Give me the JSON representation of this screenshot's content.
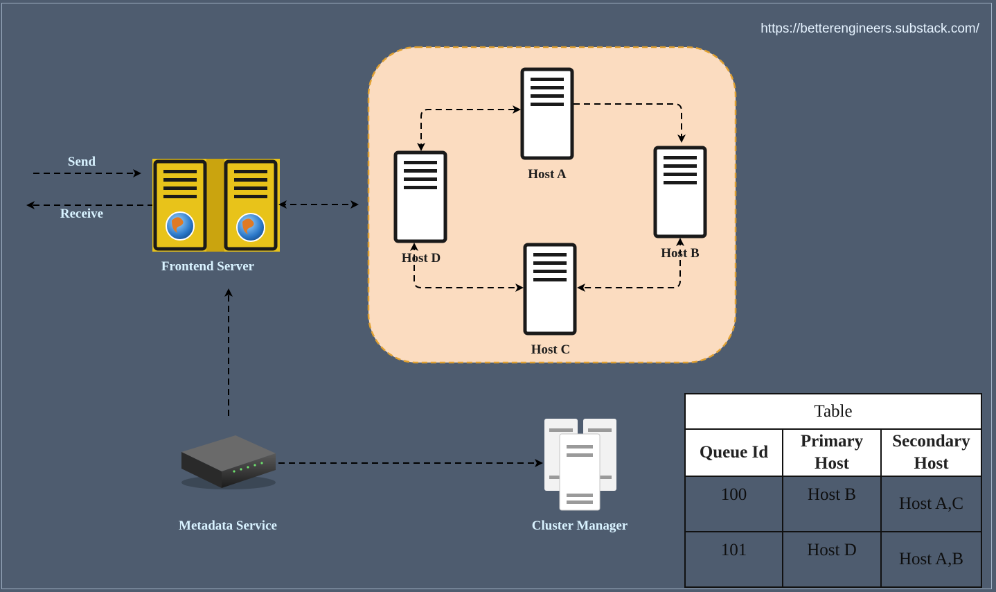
{
  "url": "https://betterengineers.substack.com/",
  "labels": {
    "send": "Send",
    "receive": "Receive",
    "frontend": "Frontend Server",
    "metadata": "Metadata Service",
    "cluster_manager": "Cluster Manager",
    "host_a": "Host A",
    "host_b": "Host B",
    "host_c": "Host C",
    "host_d": "Host D"
  },
  "table": {
    "title": "Table",
    "headers": [
      "Queue Id",
      "Primary Host",
      "Secondary Host"
    ],
    "rows": [
      [
        "100",
        "Host B",
        "Host A,C"
      ],
      [
        "101",
        "Host D",
        "Host A,B"
      ]
    ]
  },
  "colors": {
    "background": "#4e5c6f",
    "cluster_fill": "#fbdcc0",
    "cluster_border": "#e0a030",
    "frontend_server": "#e8c31a",
    "label_text": "#d8f2ff"
  },
  "icons": {
    "frontend": "web-server-icon",
    "host": "server-icon",
    "metadata": "router-box-icon",
    "cluster_manager": "server-cluster-icon"
  }
}
